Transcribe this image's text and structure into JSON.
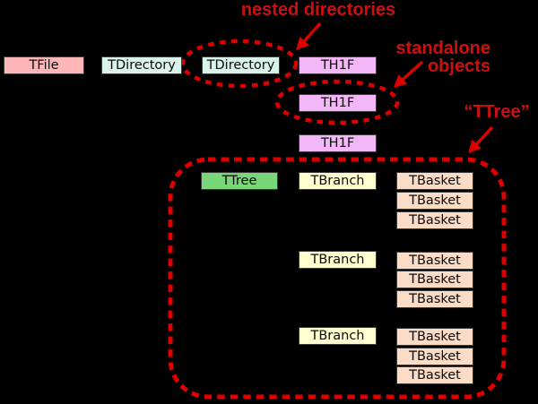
{
  "colors": {
    "background": "#000000",
    "tfile": "#ffb6b6",
    "tdirectory": "#d9f3ea",
    "th1f": "#f3b7f7",
    "ttree": "#79d679",
    "tbranch": "#ffffcf",
    "tbasket": "#fbdcc6",
    "box_border": "#3a3a3a",
    "box_text": "#0a0a0a",
    "annotation_text": "#cc1010",
    "annotation_stroke": "#dd0000"
  },
  "nodes": [
    {
      "label": "TFile",
      "type": "file"
    },
    {
      "label": "TDirectory",
      "type": "directory"
    },
    {
      "label": "TDirectory",
      "type": "nested-directory"
    },
    {
      "label": "TH1F",
      "type": "histogram"
    },
    {
      "label": "TH1F",
      "type": "histogram"
    },
    {
      "label": "TH1F",
      "type": "histogram"
    },
    {
      "label": "TTree",
      "type": "tree"
    },
    {
      "label": "TBranch",
      "type": "branch"
    },
    {
      "label": "TBasket",
      "type": "basket"
    },
    {
      "label": "TBasket",
      "type": "basket"
    },
    {
      "label": "TBasket",
      "type": "basket"
    },
    {
      "label": "TBranch",
      "type": "branch"
    },
    {
      "label": "TBasket",
      "type": "basket"
    },
    {
      "label": "TBasket",
      "type": "basket"
    },
    {
      "label": "TBasket",
      "type": "basket"
    },
    {
      "label": "TBranch",
      "type": "branch"
    },
    {
      "label": "TBasket",
      "type": "basket"
    },
    {
      "label": "TBasket",
      "type": "basket"
    },
    {
      "label": "TBasket",
      "type": "basket"
    }
  ],
  "annotations": {
    "nested": "nested directories",
    "standalone_line1": "standalone",
    "standalone_line2": "objects",
    "ttree_quote": "“TTree”"
  }
}
